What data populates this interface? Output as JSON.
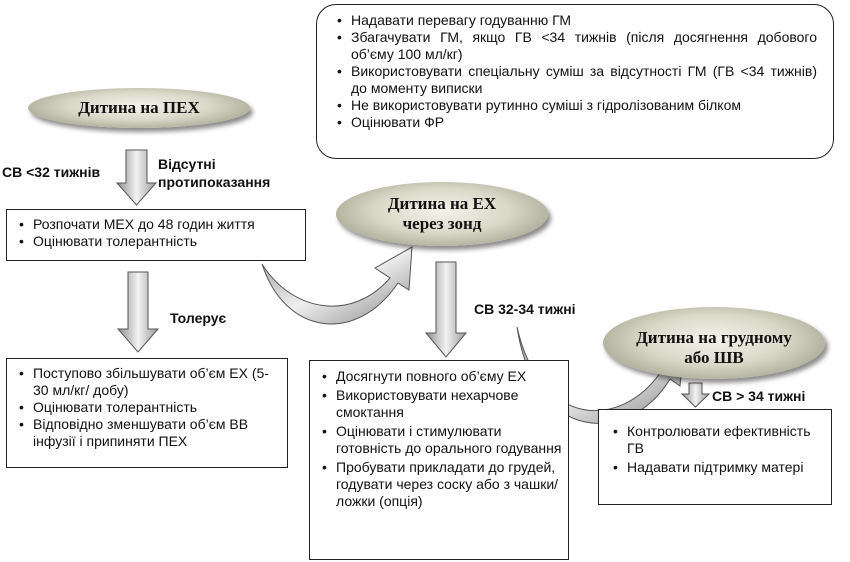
{
  "nodes": {
    "pex": "Дитина на ПЕХ",
    "ex_tube": "Дитина на ЕХ через зонд",
    "breast": "Дитина на грудному або ШВ"
  },
  "labels": {
    "gestation_lt32": "СВ <32 тижнів",
    "no_contraindications": "Відсутні протипоказання",
    "tolerates": "Толерує",
    "gestation_32_34": "СВ 32-34 тижні",
    "gestation_gt34": "СВ > 34 тижні"
  },
  "boxes": {
    "top_right": [
      "Надавати перевагу годуванню ГМ",
      "Збагачувати ГМ, якщо ГВ <34 тижнів (після досягнення добового об’єму 100 мл/кг)",
      "Використовувати спеціальну суміш за відсутності ГМ (ГВ <34 тижнів) до моменту виписки",
      "Не використовувати рутинно суміші з гідролізованим білком",
      "Оцінювати ФР"
    ],
    "start_mex": [
      "Розпочати МЕХ до 48 годин життя",
      "Оцінювати толерантність"
    ],
    "increase": [
      "Поступово збільшувати об’єм ЕХ (5-30 мл/кг/ добу)",
      "Оцінювати толерантність",
      "Відповідно зменшувати об’єм ВВ інфузії і припиняти ПЕХ"
    ],
    "full_volume": [
      "Досягнути повного об’єму ЕХ",
      "Використовувати нехарчове смоктання",
      "Оцінювати і стимулювати готовність до орального годування",
      "Пробувати прикладати до грудей, годувати через соску або з чашки/ложки (опція)"
    ],
    "control": [
      "Контролювати ефективність ГВ",
      "Надавати підтримку матері"
    ]
  }
}
